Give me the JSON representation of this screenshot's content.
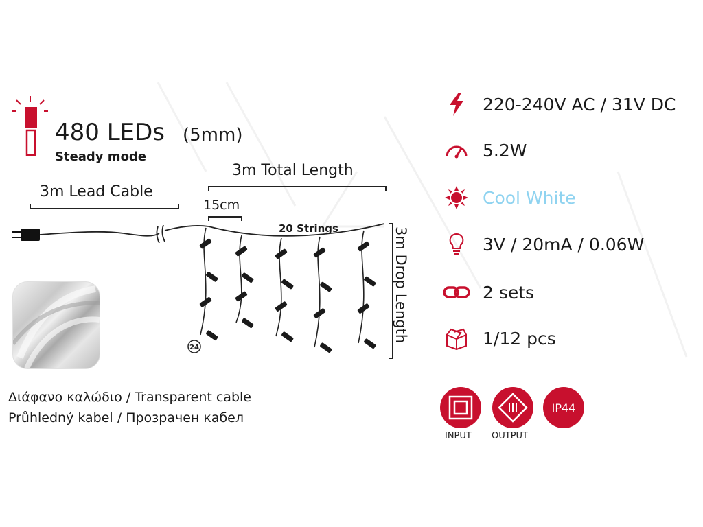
{
  "product": {
    "led_count": "480 LEDs",
    "led_size": "(5mm)",
    "mode": "Steady mode"
  },
  "dimensions": {
    "lead_cable": "3m Lead Cable",
    "total_length": "3m Total Length",
    "spacing": "15cm",
    "strings": "20 Strings",
    "drop_length": "3m Drop Length",
    "connectable_badge": "24"
  },
  "cable": {
    "line1": "Διάφανο καλώδιο / Transparent cable",
    "line2": "Průhledný kabel  / Прозрачен кабел"
  },
  "specs": [
    {
      "icon": "lightning-icon",
      "text": "220-240V AC / 31V DC"
    },
    {
      "icon": "gauge-icon",
      "text": "5.2W"
    },
    {
      "icon": "sun-icon",
      "text": "Cool White"
    },
    {
      "icon": "bulb-icon",
      "text": "3V / 20mA / 0.06W"
    },
    {
      "icon": "chain-link-icon",
      "text": "2 sets"
    },
    {
      "icon": "box-icon",
      "text": "1/12 pcs"
    }
  ],
  "badges": {
    "input_label": "INPUT",
    "output_label": "OUTPUT",
    "ip_rating": "IP44"
  },
  "colors": {
    "accent_red": "#c8102e",
    "cool_white": "#8fd3f0",
    "text": "#1a1a1a"
  }
}
